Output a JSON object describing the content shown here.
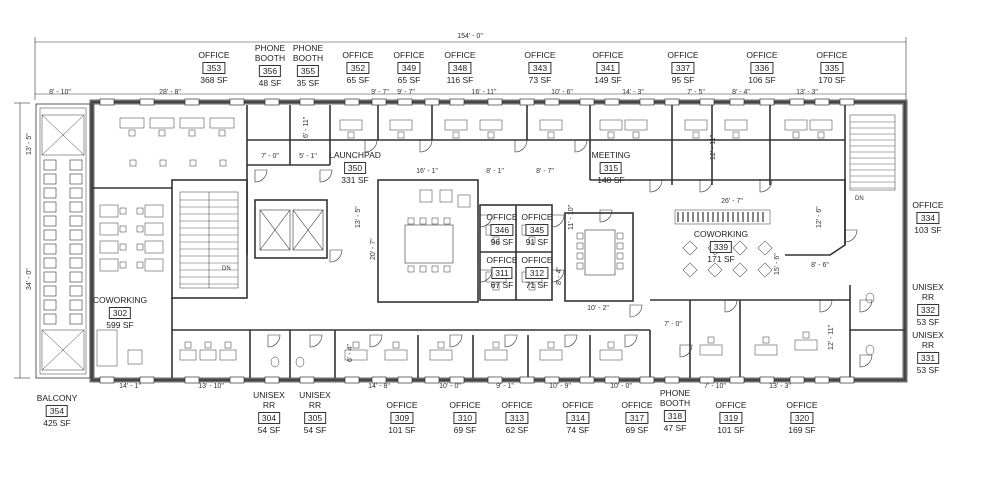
{
  "plan": {
    "overall_width": "154' - 0\"",
    "rooms": [
      {
        "id": "353",
        "name": "OFFICE",
        "sf": "368 SF"
      },
      {
        "id": "356",
        "name": "PHONE\nBOOTH",
        "sf": "48 SF"
      },
      {
        "id": "355",
        "name": "PHONE\nBOOTH",
        "sf": "35 SF"
      },
      {
        "id": "352",
        "name": "OFFICE",
        "sf": "65 SF"
      },
      {
        "id": "349",
        "name": "OFFICE",
        "sf": "65 SF"
      },
      {
        "id": "348",
        "name": "OFFICE",
        "sf": "116 SF"
      },
      {
        "id": "343",
        "name": "OFFICE",
        "sf": "73 SF"
      },
      {
        "id": "341",
        "name": "OFFICE",
        "sf": "149 SF"
      },
      {
        "id": "337",
        "name": "OFFICE",
        "sf": "95 SF"
      },
      {
        "id": "336",
        "name": "OFFICE",
        "sf": "106 SF"
      },
      {
        "id": "335",
        "name": "OFFICE",
        "sf": "170 SF"
      },
      {
        "id": "350",
        "name": "LAUNCHPAD",
        "sf": "331 SF"
      },
      {
        "id": "315",
        "name": "MEETING",
        "sf": "148 SF"
      },
      {
        "id": "346",
        "name": "OFFICE",
        "sf": "96 SF"
      },
      {
        "id": "345",
        "name": "OFFICE",
        "sf": "91 SF"
      },
      {
        "id": "311",
        "name": "OFFICE",
        "sf": "67 SF"
      },
      {
        "id": "312",
        "name": "OFFICE",
        "sf": "71 SF"
      },
      {
        "id": "339",
        "name": "COWORKING",
        "sf": "171 SF"
      },
      {
        "id": "334",
        "name": "OFFICE",
        "sf": "103 SF"
      },
      {
        "id": "332",
        "name": "UNISEX\nRR",
        "sf": "53 SF"
      },
      {
        "id": "331",
        "name": "UNISEX\nRR",
        "sf": "53 SF"
      },
      {
        "id": "302",
        "name": "COWORKING",
        "sf": "599 SF"
      },
      {
        "id": "354",
        "name": "BALCONY",
        "sf": "425 SF"
      },
      {
        "id": "304",
        "name": "UNISEX\nRR",
        "sf": "54 SF"
      },
      {
        "id": "305",
        "name": "UNISEX\nRR",
        "sf": "54 SF"
      },
      {
        "id": "309",
        "name": "OFFICE",
        "sf": "101 SF"
      },
      {
        "id": "310",
        "name": "OFFICE",
        "sf": "69 SF"
      },
      {
        "id": "313",
        "name": "OFFICE",
        "sf": "62 SF"
      },
      {
        "id": "314",
        "name": "OFFICE",
        "sf": "74 SF"
      },
      {
        "id": "317",
        "name": "OFFICE",
        "sf": "69 SF"
      },
      {
        "id": "318",
        "name": "PHONE\nBOOTH",
        "sf": "47 SF"
      },
      {
        "id": "319",
        "name": "OFFICE",
        "sf": "101 SF"
      },
      {
        "id": "320",
        "name": "OFFICE",
        "sf": "169 SF"
      }
    ],
    "dimensions": [
      "8' - 10\"",
      "28' - 8\"",
      "9' - 7\"",
      "9' - 7\"",
      "16' - 11\"",
      "10' - 6\"",
      "14' - 3\"",
      "7' - 5\"",
      "8' - 4\"",
      "13' - 3\"",
      "7' - 0\"",
      "5' - 1\"",
      "16' - 1\"",
      "8' - 1\"",
      "8' - 7\"",
      "26' - 7\"",
      "14' - 1\"",
      "13' - 10\"",
      "14' - 8\"",
      "10' - 0\"",
      "9' - 1\"",
      "10' - 9\"",
      "10' - 0\"",
      "7' - 10\"",
      "13' - 3\"",
      "7' - 0\"",
      "10' - 2\"",
      "8' - 6\"",
      "13' - 5\"",
      "34' - 0\"",
      "6' - 11\"",
      "13' - 5\"",
      "20' - 7\"",
      "12' - 11\"",
      "12' - 6\"",
      "15' - 6\"",
      "11' - 10\"",
      "12' - 11\"",
      "6' - 4\"",
      "8' - 4\""
    ],
    "stair_label": "DN"
  }
}
